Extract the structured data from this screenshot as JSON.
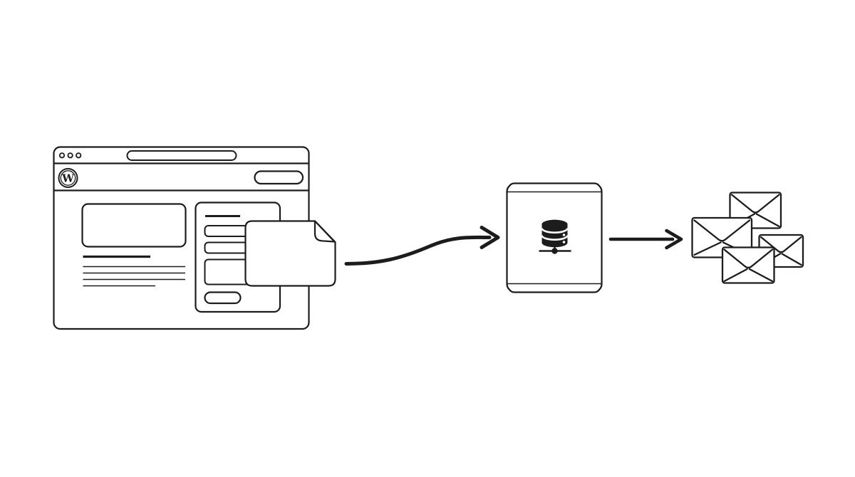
{
  "theme": {
    "background": "#ffffff",
    "ink": "#1c1c1c"
  },
  "browser": {
    "logo_glyph": "W",
    "traffic_light_count": 3
  },
  "diagram": {
    "type": "flow-illustration",
    "nodes": [
      {
        "id": "wordpress-site-window",
        "icon": "wordpress-logo-icon",
        "parts": [
          "traffic-lights",
          "address-bar",
          "nav-button",
          "hero-image-placeholder",
          "text-lines",
          "contact-form",
          "document-icon"
        ]
      },
      {
        "id": "database-server-box",
        "icon": "database-icon"
      },
      {
        "id": "email-cluster",
        "icon": "envelope-icon",
        "envelope_count": 4
      }
    ],
    "connections": [
      {
        "from": "wordpress-site-window",
        "to": "database-server-box",
        "style": "curved-arrow"
      },
      {
        "from": "database-server-box",
        "to": "email-cluster",
        "style": "straight-arrow"
      }
    ]
  }
}
